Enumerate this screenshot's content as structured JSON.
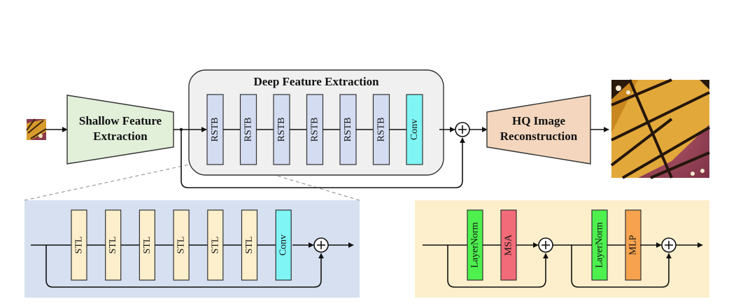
{
  "deep_feature_extraction": {
    "title": "Deep Feature Extraction",
    "blocks": [
      "RSTB",
      "RSTB",
      "RSTB",
      "RSTB",
      "RSTB",
      "RSTB",
      "Conv"
    ]
  },
  "shallow_feature_extraction": {
    "line1": "Shallow Feature",
    "line2": "Extraction"
  },
  "hq_reconstruction": {
    "line1": "HQ Image",
    "line2": "Reconstruction"
  },
  "rstb_detail": {
    "blocks": [
      "STL",
      "STL",
      "STL",
      "STL",
      "STL",
      "STL",
      "Conv"
    ]
  },
  "stl_detail": {
    "blocks": [
      "LayerNorm",
      "MSA",
      "LayerNorm",
      "MLP"
    ]
  },
  "colors": {
    "shallow_fill": "#e2efd9",
    "hq_fill": "#f3d6bd",
    "rstb_fill": "#d4dcf2",
    "conv_fill": "#7ff5f5",
    "deep_box_fill": "#f0f0f0",
    "rstb_panel_fill": "#d6e0f0",
    "stl_panel_fill": "#fdefcb",
    "layernorm_fill": "#4ef04e",
    "msa_fill": "#f26b78",
    "mlp_fill": "#f6a24e"
  }
}
